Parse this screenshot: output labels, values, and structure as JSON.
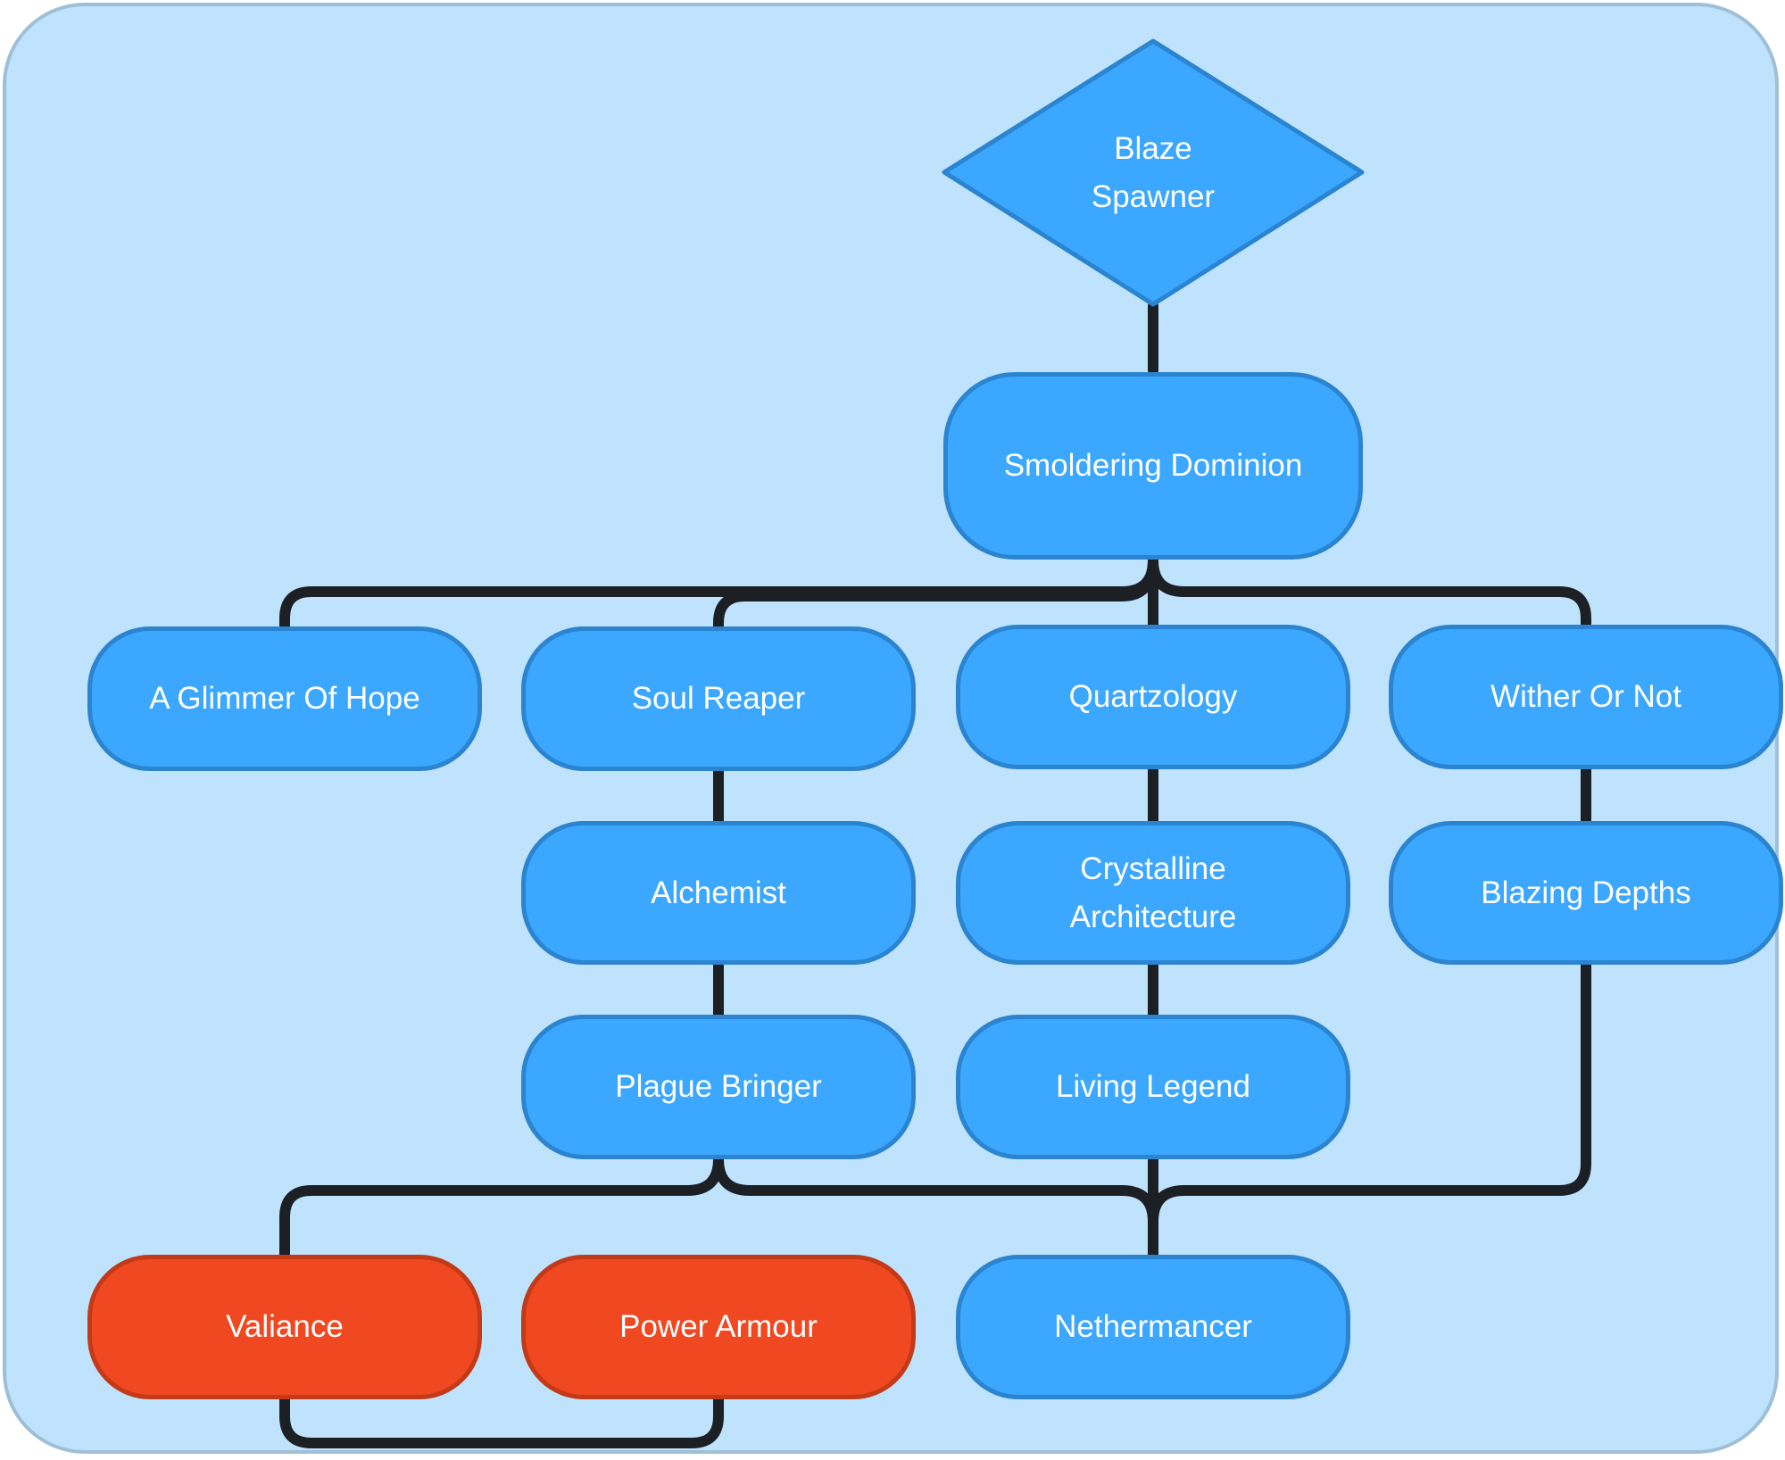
{
  "diagram": {
    "root": "Blaze\nSpawner",
    "nodes": {
      "smoldering_dominion": "Smoldering Dominion",
      "a_glimmer_of_hope": "A Glimmer Of Hope",
      "soul_reaper": "Soul Reaper",
      "quartzology": "Quartzology",
      "wither_or_not": "Wither Or Not",
      "alchemist": "Alchemist",
      "crystalline_architecture": "Crystalline\nArchitecture",
      "blazing_depths": "Blazing Depths",
      "plague_bringer": "Plague Bringer",
      "living_legend": "Living Legend",
      "valiance": "Valiance",
      "power_armour": "Power Armour",
      "nethermancer": "Nethermancer"
    },
    "highlight_color": "#f04820",
    "node_color": "#3ba7ff",
    "edges": [
      [
        "Blaze Spawner",
        "Smoldering Dominion"
      ],
      [
        "Smoldering Dominion",
        "A Glimmer Of Hope"
      ],
      [
        "Smoldering Dominion",
        "Soul Reaper"
      ],
      [
        "Smoldering Dominion",
        "Quartzology"
      ],
      [
        "Smoldering Dominion",
        "Wither Or Not"
      ],
      [
        "Soul Reaper",
        "Alchemist"
      ],
      [
        "Alchemist",
        "Plague Bringer"
      ],
      [
        "Quartzology",
        "Crystalline Architecture"
      ],
      [
        "Crystalline Architecture",
        "Living Legend"
      ],
      [
        "Wither Or Not",
        "Blazing Depths"
      ],
      [
        "Plague Bringer",
        "Valiance"
      ],
      [
        "Plague Bringer",
        "Nethermancer"
      ],
      [
        "Living Legend",
        "Nethermancer"
      ],
      [
        "Blazing Depths",
        "Nethermancer"
      ],
      [
        "Valiance",
        "Power Armour"
      ]
    ]
  }
}
